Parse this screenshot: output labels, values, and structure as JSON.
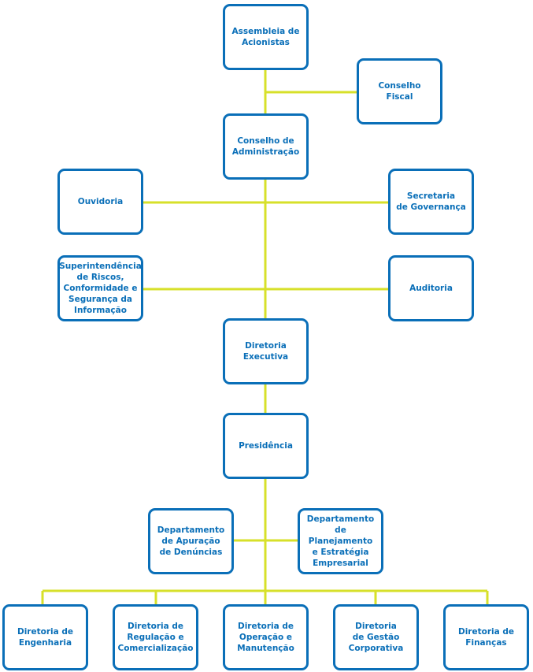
{
  "colors": {
    "box_border": "#0a6fb8",
    "box_text": "#0a6fb8",
    "connector": "#d7e02a"
  },
  "nodes": {
    "assembleia": "Assembleia de\nAcionistas",
    "conselho_fiscal": "Conselho\nFiscal",
    "conselho_administracao": "Conselho de\nAdministração",
    "ouvidoria": "Ouvidoria",
    "secretaria_governanca": "Secretaria\nde Governança",
    "superintendencia": "Superintendência\nde Riscos,\nConformidade e\nSegurança da\nInformação",
    "auditoria": "Auditoria",
    "diretoria_executiva": "Diretoria\nExecutiva",
    "presidencia": "Presidência",
    "dep_apuracao": "Departamento\nde Apuração\nde Denúncias",
    "dep_planejamento": "Departamento\nde Planejamento\ne Estratégia\nEmpresarial",
    "dir_engenharia": "Diretoria de\nEngenharia",
    "dir_regulacao": "Diretoria de\nRegulação e\nComercialização",
    "dir_operacao": "Diretoria de\nOperação e\nManutenção",
    "dir_gestao": "Diretoria\nde Gestão\nCorporativa",
    "dir_financas": "Diretoria de\nFinanças"
  }
}
